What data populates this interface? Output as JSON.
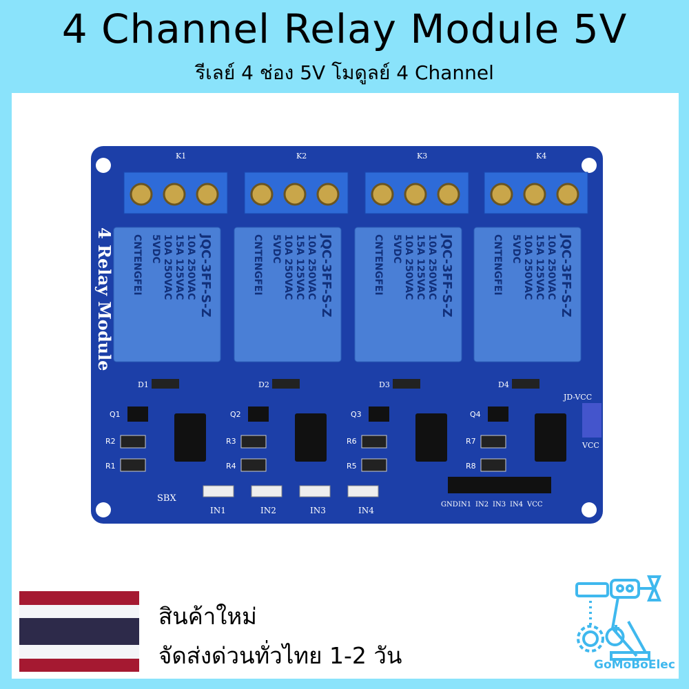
{
  "header": {
    "title": "4 Channel Relay Module 5V",
    "subtitle": "รีเลย์ 4 ช่อง 5V โมดูลย์ 4 Channel"
  },
  "board": {
    "side_label": "4 Relay Module",
    "relays": [
      {
        "k": "K1",
        "brand": "CNTENGFEI",
        "spec": [
          "5VDC",
          "10A 250VAC",
          "15A 125VAC",
          "10A 250VAC"
        ],
        "model": "JQC-3FF-S-Z",
        "diode": "D1",
        "input": "IN1"
      },
      {
        "k": "K2",
        "brand": "CNTENGFEI",
        "spec": [
          "5VDC",
          "10A 250VAC",
          "15A 125VAC",
          "10A 250VAC"
        ],
        "model": "JQC-3FF-S-Z",
        "diode": "D2",
        "input": "IN2"
      },
      {
        "k": "K3",
        "brand": "CNTENGFEI",
        "spec": [
          "5VDC",
          "10A 250VAC",
          "15A 125VAC",
          "10A 250VAC"
        ],
        "model": "JQC-3FF-S-Z",
        "diode": "D3",
        "input": "IN3"
      },
      {
        "k": "K4",
        "brand": "CNTENGFEI",
        "spec": [
          "5VDC",
          "10A 250VAC",
          "15A 125VAC",
          "10A 250VAC"
        ],
        "model": "JQC-3FF-S-Z",
        "diode": "D4",
        "input": "IN4"
      }
    ],
    "transistors": [
      "Q1",
      "Q2",
      "Q3",
      "Q4"
    ],
    "resistors": [
      [
        "R2",
        "R1"
      ],
      [
        "R3",
        "R4"
      ],
      [
        "R6",
        "R5"
      ],
      [
        "R7",
        "R8"
      ]
    ],
    "sbx": "SBX",
    "jumper_top": "JD-VCC",
    "jumper_bottom": "VCC",
    "pins": [
      "GND",
      "IN1",
      "IN2",
      "IN3",
      "IN4",
      "VCC"
    ],
    "colors": {
      "pcb": "#1c3fa8",
      "relay": "#4a7fd6",
      "terminal": "#2e6bd8"
    }
  },
  "footer": {
    "line1": "สินค้าใหม่",
    "line2": "จัดส่งด่วนทั่วไทย 1-2 วัน",
    "logo": "GoMoBoElec",
    "flag_colors": [
      "#a51931",
      "#f4f5f8",
      "#2d2a4a",
      "#f4f5f8",
      "#a51931"
    ]
  }
}
